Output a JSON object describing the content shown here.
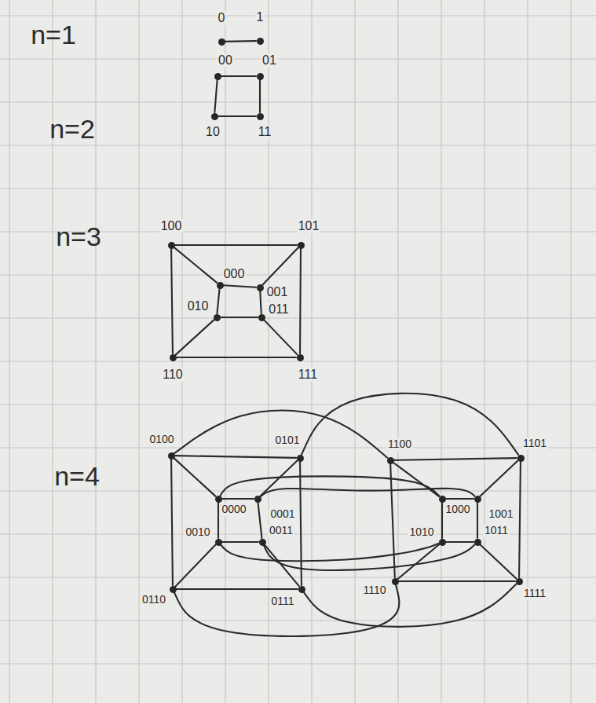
{
  "diagram": {
    "nodes": [
      {
        "text": [
          "0"
        ]
      },
      {
        "text": [
          "1"
        ]
      },
      {
        "text": [
          "00"
        ]
      },
      {
        "text": [
          "01"
        ]
      },
      {
        "text": [
          "10"
        ]
      },
      {
        "text": [
          "11"
        ]
      },
      {
        "text": [
          "100"
        ]
      },
      {
        "text": [
          "101"
        ]
      },
      {
        "text": [
          "000"
        ]
      },
      {
        "text": [
          "001"
        ]
      },
      {
        "text": [
          "010"
        ]
      },
      {
        "text": [
          "011"
        ]
      },
      {
        "text": [
          "110"
        ]
      },
      {
        "text": [
          "111"
        ]
      },
      {
        "text": [
          "0100"
        ]
      },
      {
        "text": [
          "0101"
        ]
      },
      {
        "text": [
          "1100"
        ]
      },
      {
        "text": [
          "1101"
        ]
      },
      {
        "text": [
          "0000"
        ]
      },
      {
        "text": [
          "0001"
        ]
      },
      {
        "text": [
          "1000"
        ]
      },
      {
        "text": [
          "1001"
        ]
      },
      {
        "text": [
          "0010"
        ]
      },
      {
        "text": [
          "0011"
        ]
      },
      {
        "text": [
          "1010"
        ]
      },
      {
        "text": [
          "1011"
        ]
      },
      {
        "text": [
          "0110"
        ]
      },
      {
        "text": [
          "0111"
        ]
      },
      {
        "text": [
          "1110"
        ]
      },
      {
        "text": [
          "1111"
        ]
      }
    ],
    "edges": [
      {
        "from": 0,
        "to": 1,
        "arrow": "none"
      },
      {
        "from": 2,
        "to": 3,
        "arrow": "none"
      },
      {
        "from": 2,
        "to": 4,
        "arrow": "none"
      },
      {
        "from": 3,
        "to": 5,
        "arrow": "none"
      },
      {
        "from": 4,
        "to": 5,
        "arrow": "none"
      },
      {
        "from": 6,
        "to": 7,
        "arrow": "none"
      },
      {
        "from": 6,
        "to": 12,
        "arrow": "none"
      },
      {
        "from": 7,
        "to": 13,
        "arrow": "none"
      },
      {
        "from": 12,
        "to": 13,
        "arrow": "none"
      },
      {
        "from": 8,
        "to": 9,
        "arrow": "none"
      },
      {
        "from": 8,
        "to": 10,
        "arrow": "none"
      },
      {
        "from": 9,
        "to": 11,
        "arrow": "none"
      },
      {
        "from": 10,
        "to": 11,
        "arrow": "none"
      },
      {
        "from": 6,
        "to": 8,
        "arrow": "none"
      },
      {
        "from": 7,
        "to": 9,
        "arrow": "none"
      },
      {
        "from": 12,
        "to": 10,
        "arrow": "none"
      },
      {
        "from": 13,
        "to": 11,
        "arrow": "none"
      },
      {
        "from": 14,
        "to": 15,
        "arrow": "none"
      },
      {
        "from": 14,
        "to": 26,
        "arrow": "none"
      },
      {
        "from": 15,
        "to": 27,
        "arrow": "none"
      },
      {
        "from": 26,
        "to": 27,
        "arrow": "none"
      },
      {
        "from": 18,
        "to": 19,
        "arrow": "none"
      },
      {
        "from": 18,
        "to": 22,
        "arrow": "none"
      },
      {
        "from": 19,
        "to": 23,
        "arrow": "none"
      },
      {
        "from": 22,
        "to": 23,
        "arrow": "none"
      },
      {
        "from": 14,
        "to": 18,
        "arrow": "none"
      },
      {
        "from": 15,
        "to": 19,
        "arrow": "none"
      },
      {
        "from": 26,
        "to": 22,
        "arrow": "none"
      },
      {
        "from": 27,
        "to": 23,
        "arrow": "none"
      },
      {
        "from": 16,
        "to": 17,
        "arrow": "none"
      },
      {
        "from": 16,
        "to": 28,
        "arrow": "none"
      },
      {
        "from": 17,
        "to": 29,
        "arrow": "none"
      },
      {
        "from": 28,
        "to": 29,
        "arrow": "none"
      },
      {
        "from": 20,
        "to": 21,
        "arrow": "none"
      },
      {
        "from": 20,
        "to": 24,
        "arrow": "none"
      },
      {
        "from": 21,
        "to": 25,
        "arrow": "none"
      },
      {
        "from": 24,
        "to": 25,
        "arrow": "none"
      },
      {
        "from": 16,
        "to": 20,
        "arrow": "none"
      },
      {
        "from": 17,
        "to": 21,
        "arrow": "none"
      },
      {
        "from": 28,
        "to": 24,
        "arrow": "none"
      },
      {
        "from": 29,
        "to": 25,
        "arrow": "none"
      },
      {
        "from": 14,
        "to": 16,
        "arrow": "none"
      },
      {
        "from": 15,
        "to": 17,
        "arrow": "none"
      },
      {
        "from": 18,
        "to": 20,
        "arrow": "none"
      },
      {
        "from": 19,
        "to": 21,
        "arrow": "none"
      },
      {
        "from": 22,
        "to": 24,
        "arrow": "none"
      },
      {
        "from": 23,
        "to": 25,
        "arrow": "none"
      },
      {
        "from": 26,
        "to": 28,
        "arrow": "none"
      },
      {
        "from": 27,
        "to": 29,
        "arrow": "none"
      }
    ],
    "labels": [
      "n=1",
      "n=2",
      "n=3",
      "n=4"
    ]
  }
}
